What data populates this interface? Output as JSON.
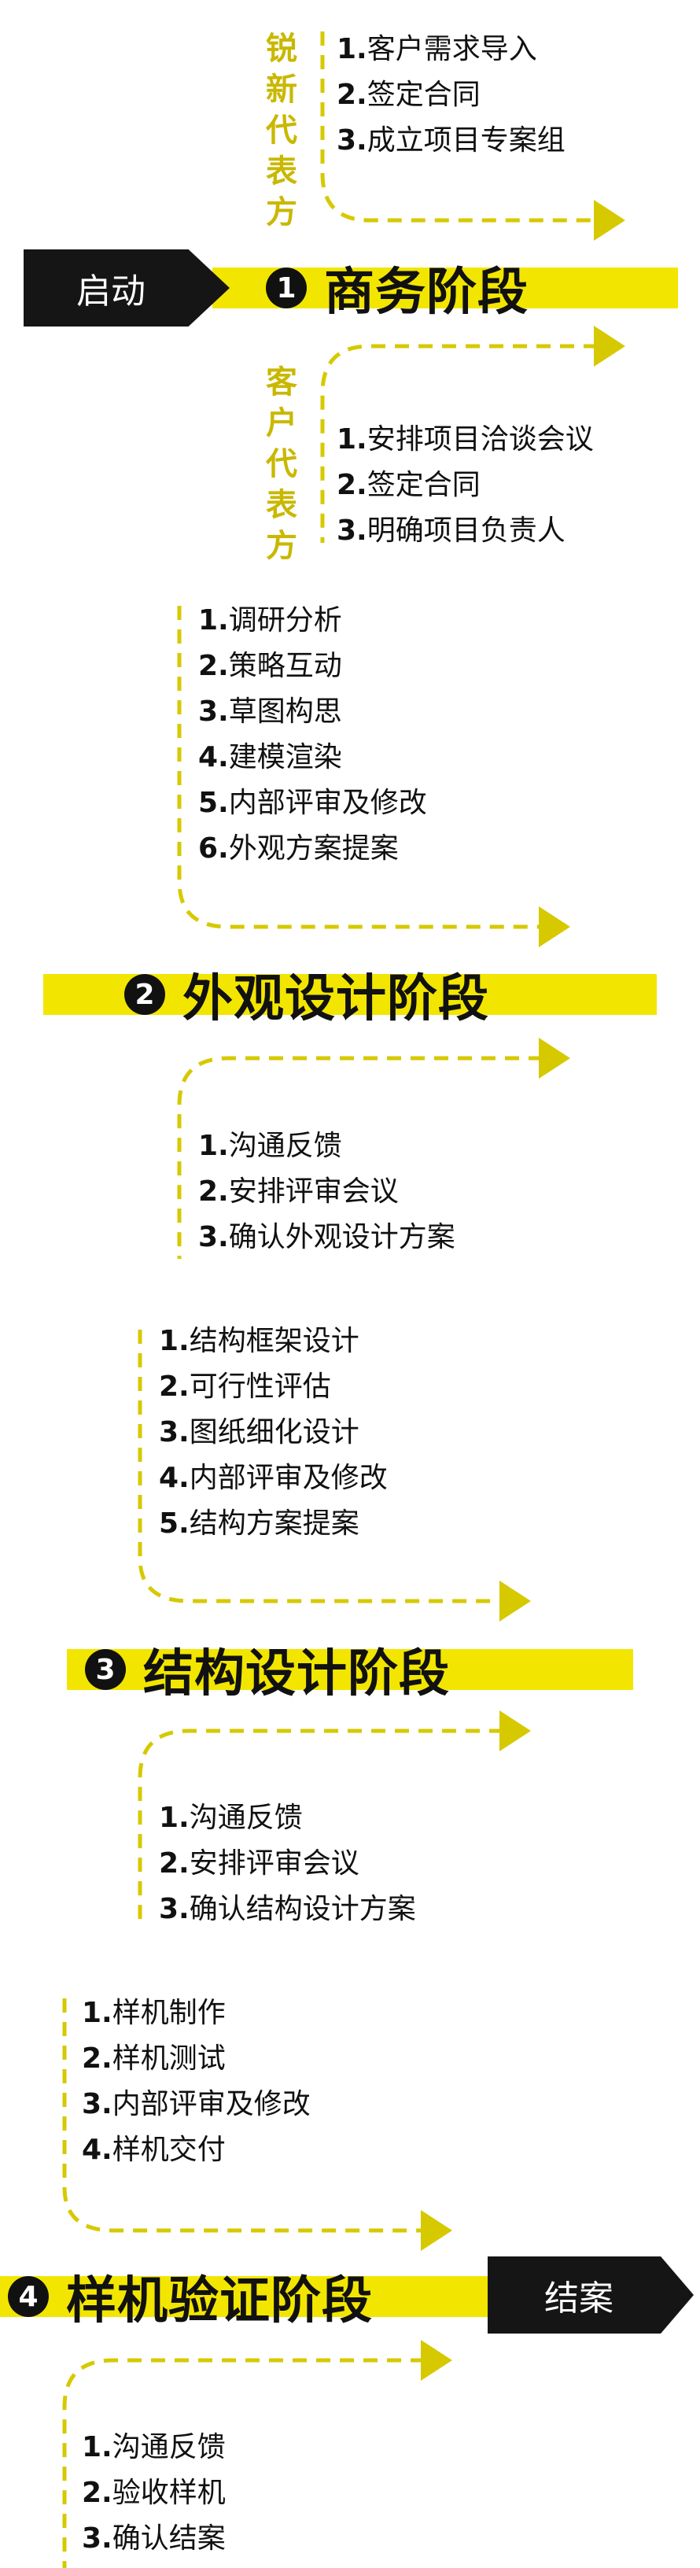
{
  "colors": {
    "accent": "#f2e600",
    "label": "#c9b800",
    "dark": "#151515"
  },
  "start_label": "启动",
  "end_label": "结案",
  "stages": [
    {
      "number": "1",
      "title": "商务阶段",
      "top_label": "锐新代表方",
      "top_items": [
        {
          "n": "1.",
          "t": "客户需求导入"
        },
        {
          "n": "2.",
          "t": "签定合同"
        },
        {
          "n": "3.",
          "t": "成立项目专案组"
        }
      ],
      "bottom_label": "客户代表方",
      "bottom_items": [
        {
          "n": "1.",
          "t": "安排项目洽谈会议"
        },
        {
          "n": "2.",
          "t": "签定合同"
        },
        {
          "n": "3.",
          "t": "明确项目负责人"
        }
      ]
    },
    {
      "number": "2",
      "title": "外观设计阶段",
      "top_items": [
        {
          "n": "1.",
          "t": "调研分析"
        },
        {
          "n": "2.",
          "t": "策略互动"
        },
        {
          "n": "3.",
          "t": "草图构思"
        },
        {
          "n": "4.",
          "t": "建模渲染"
        },
        {
          "n": "5.",
          "t": "内部评审及修改"
        },
        {
          "n": "6.",
          "t": "外观方案提案"
        }
      ],
      "bottom_items": [
        {
          "n": "1.",
          "t": "沟通反馈"
        },
        {
          "n": "2.",
          "t": "安排评审会议"
        },
        {
          "n": "3.",
          "t": "确认外观设计方案"
        }
      ]
    },
    {
      "number": "3",
      "title": "结构设计阶段",
      "top_items": [
        {
          "n": "1.",
          "t": "结构框架设计"
        },
        {
          "n": "2.",
          "t": "可行性评估"
        },
        {
          "n": "3.",
          "t": "图纸细化设计"
        },
        {
          "n": "4.",
          "t": "内部评审及修改"
        },
        {
          "n": "5.",
          "t": "结构方案提案"
        }
      ],
      "bottom_items": [
        {
          "n": "1.",
          "t": "沟通反馈"
        },
        {
          "n": "2.",
          "t": "安排评审会议"
        },
        {
          "n": "3.",
          "t": "确认结构设计方案"
        }
      ]
    },
    {
      "number": "4",
      "title": "样机验证阶段",
      "top_items": [
        {
          "n": "1.",
          "t": "样机制作"
        },
        {
          "n": "2.",
          "t": "样机测试"
        },
        {
          "n": "3.",
          "t": "内部评审及修改"
        },
        {
          "n": "4.",
          "t": "样机交付"
        }
      ],
      "bottom_items": [
        {
          "n": "1.",
          "t": "沟通反馈"
        },
        {
          "n": "2.",
          "t": "验收样机"
        },
        {
          "n": "3.",
          "t": "确认结案"
        }
      ]
    }
  ]
}
